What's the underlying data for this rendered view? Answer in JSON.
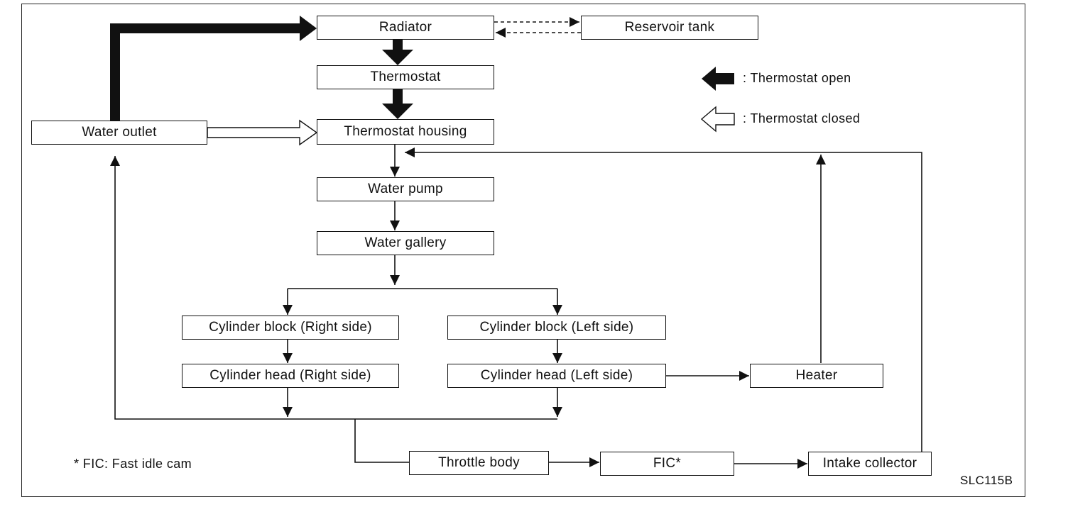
{
  "nodes": {
    "radiator": "Radiator",
    "reservoir_tank": "Reservoir tank",
    "thermostat": "Thermostat",
    "water_outlet": "Water outlet",
    "thermostat_housing": "Thermostat housing",
    "water_pump": "Water pump",
    "water_gallery": "Water gallery",
    "cyl_block_right": "Cylinder block (Right side)",
    "cyl_block_left": "Cylinder block (Left side)",
    "cyl_head_right": "Cylinder head (Right side)",
    "cyl_head_left": "Cylinder head (Left side)",
    "heater": "Heater",
    "throttle_body": "Throttle body",
    "fic": "FIC*",
    "intake_collector": "Intake collector"
  },
  "legend": {
    "open_label": ": Thermostat open",
    "closed_label": ": Thermostat closed"
  },
  "footnote": "* FIC: Fast idle cam",
  "figure_code": "SLC115B",
  "colors": {
    "line": "#111111",
    "background": "#ffffff"
  }
}
